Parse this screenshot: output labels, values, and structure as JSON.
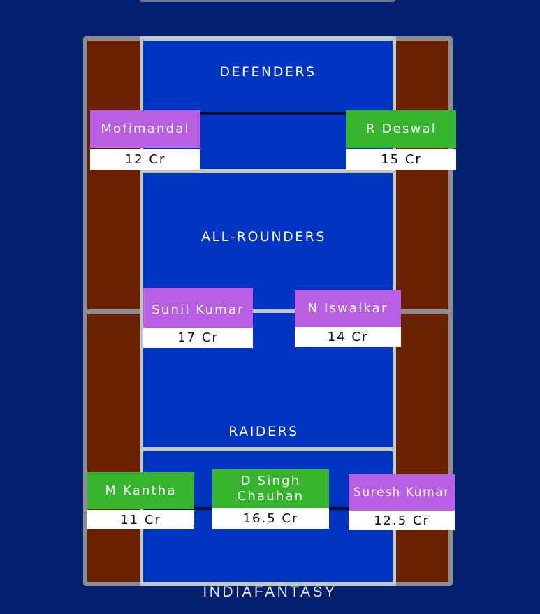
{
  "sections": {
    "defenders": "DEFENDERS",
    "all_rounders": "ALL-ROUNDERS",
    "raiders": "RAIDERS"
  },
  "players": {
    "defenders": [
      {
        "name": "Mofimandal",
        "price": "12 Cr",
        "color": "#b85fe3"
      },
      {
        "name": "R Deswal",
        "price": "15 Cr",
        "color": "#36b42e"
      }
    ],
    "all_rounders": [
      {
        "name": "Sunil Kumar",
        "price": "17 Cr",
        "color": "#b85fe3"
      },
      {
        "name": "N Iswalkar",
        "price": "14 Cr",
        "color": "#b85fe3"
      }
    ],
    "raiders": [
      {
        "name": "M Kantha",
        "price": "11 Cr",
        "color": "#36b42e"
      },
      {
        "name": "D Singh Chauhan",
        "price": "16.5 Cr",
        "color": "#36b42e"
      },
      {
        "name": "Suresh Kumar",
        "price": "12.5 Cr",
        "color": "#b85fe3"
      }
    ]
  },
  "footer": {
    "brand": "INDIAFANTASY"
  },
  "colors": {
    "background": "#031f6e",
    "court_blue": "#0034c2",
    "side_brown": "#6b2100",
    "court_line": "#c1c6c8",
    "player_purple": "#b85fe3",
    "player_green": "#36b42e"
  }
}
